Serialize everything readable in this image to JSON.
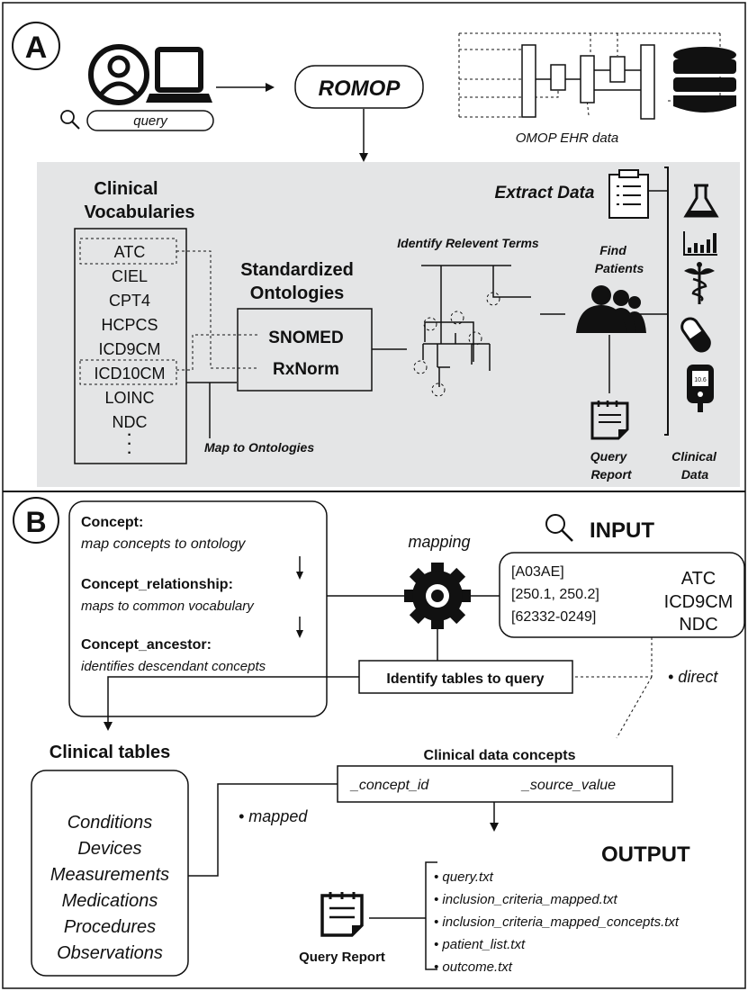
{
  "panel_a": {
    "label": "A",
    "query_label": "query",
    "romop_label": "ROMOP",
    "omop_caption": "OMOP EHR data",
    "vocab_title_1": "Clinical",
    "vocab_title_2": "Vocabularies",
    "vocabularies": [
      "ATC",
      "CIEL",
      "CPT4",
      "HCPCS",
      "ICD9CM",
      "ICD10CM",
      "LOINC",
      "NDC",
      "·",
      "·",
      "·"
    ],
    "ontology_title_1": "Standardized",
    "ontology_title_2": "Ontologies",
    "ontologies": [
      "SNOMED",
      "RxNorm"
    ],
    "map_label": "Map to Ontologies",
    "identify_label": "Identify Relevent Terms",
    "find_label_1": "Find",
    "find_label_2": "Patients",
    "extract_label": "Extract Data",
    "report_label_1": "Query",
    "report_label_2": "Report",
    "clinical_label_1": "Clinical",
    "clinical_label_2": "Data"
  },
  "panel_b": {
    "label": "B",
    "concept_title": "Concept:",
    "concept_desc": "map concepts to ontology",
    "rel_title": "Concept_relationship:",
    "rel_desc": "maps to common vocabulary",
    "anc_title": "Concept_ancestor:",
    "anc_desc": "identifies descendant concepts",
    "mapping_label": "mapping",
    "input_label": "INPUT",
    "input_codes": [
      "[A03AE]",
      "[250.1, 250.2]",
      "[62332-0249]"
    ],
    "input_vocabs": [
      "ATC",
      "ICD9CM",
      "NDC"
    ],
    "identify_tables": "Identify tables to query",
    "direct_label": "• direct",
    "mapped_label": "• mapped",
    "clinical_tables_title": "Clinical tables",
    "clinical_tables": [
      "Conditions",
      "Devices",
      "Measurements",
      "Medications",
      "Procedures",
      "Observations"
    ],
    "concepts_title": "Clinical data concepts",
    "concept_id": "_concept_id",
    "source_value": "_source_value",
    "output_label": "OUTPUT",
    "output_files": [
      "• query.txt",
      "• inclusion_criteria_mapped.txt",
      "• inclusion_criteria_mapped_concepts.txt",
      "• patient_list.txt",
      "• outcome.txt"
    ],
    "report_label": "Query Report"
  },
  "colors": {
    "ink": "#111111",
    "panel_gray": "#e4e5e6",
    "background": "#ffffff"
  },
  "icons": [
    "user-icon",
    "laptop-icon",
    "magnifier-icon",
    "database-icon",
    "clipboard-icon",
    "flask-icon",
    "bar-chart-icon",
    "caduceus-icon",
    "pill-icon",
    "glucometer-icon",
    "patients-icon",
    "report-icon",
    "gear-icon"
  ]
}
